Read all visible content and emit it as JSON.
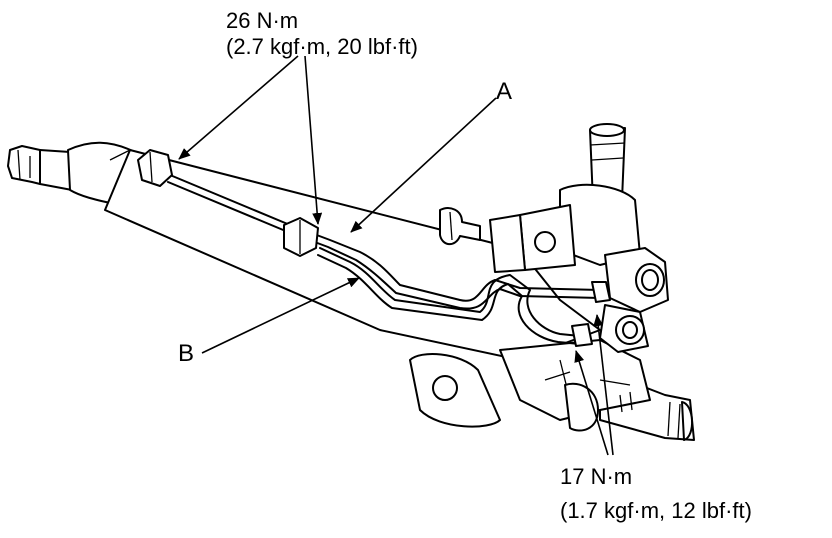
{
  "torque_top": {
    "line1": "26 N·m",
    "line2": "(2.7 kgf·m, 20 lbf·ft)"
  },
  "torque_bottom": {
    "line1": "17 N·m",
    "line2": "(1.7 kgf·m, 12 lbf·ft)"
  },
  "callouts": {
    "a": "A",
    "b": "B"
  },
  "colors": {
    "ink": "#000000",
    "paper": "#ffffff"
  }
}
